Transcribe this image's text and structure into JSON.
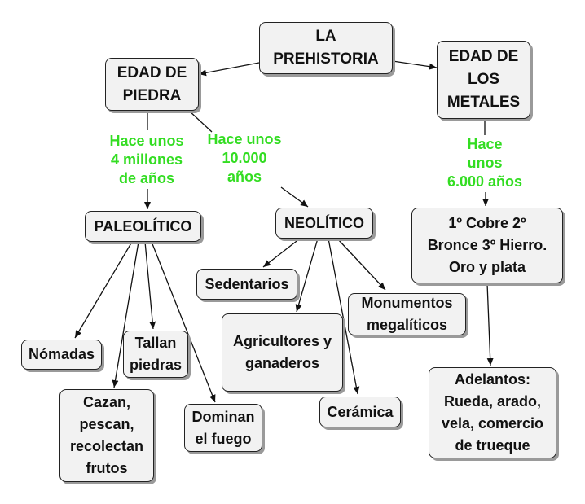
{
  "nodes": {
    "root": "LA\nPREHISTORIA",
    "stone_age": "EDAD DE\nPIEDRA",
    "metal_age": "EDAD DE\nLOS\nMETALES",
    "paleolithic": "PALEOLÍTICO",
    "neolithic": "NEOLÍTICO",
    "metals": "1º Cobre   2º\nBronce 3º Hierro.\nOro y plata",
    "nomads": "Nómadas",
    "carve_stones": "Tallan\npiedras",
    "hunt": "Cazan,\npescan,\nrecolectan\nfrutos",
    "fire": "Dominan\nel fuego",
    "sedentary": "Sedentarios",
    "farmers": "Agricultores y\nganaderos",
    "monuments": "Monumentos\nmegalíticos",
    "ceramics": "Cerámica",
    "advances": "Adelantos:\nRueda, arado,\nvela, comercio\nde trueque"
  },
  "labels": {
    "paleo_time": "Hace unos\n4 millones\nde años",
    "neo_time": "Hace unos\n10.000\naños",
    "metal_time": "Hace\nunos\n6.000 años"
  },
  "colors": {
    "label_green": "#33dd22",
    "node_fill": "#f2f2f2",
    "line": "#111111"
  }
}
